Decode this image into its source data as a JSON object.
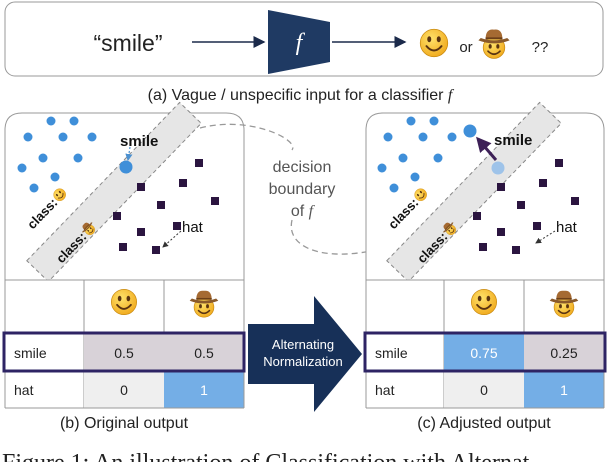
{
  "panel_a": {
    "input_text": "“smile”",
    "function_symbol": "f",
    "or_text": "or",
    "unknown_text": "??",
    "caption_prefix": "(a) Vague / unspecific input for a classifier ",
    "caption_f": "f"
  },
  "panel_b": {
    "smile_label": "smile",
    "hat_label": "hat",
    "class_label": "class:",
    "table": {
      "rows": [
        {
          "label": "smile",
          "values": [
            "0.5",
            "0.5"
          ]
        },
        {
          "label": "hat",
          "values": [
            "0",
            "1"
          ]
        }
      ]
    },
    "caption": "(b) Original output"
  },
  "middle": {
    "decision_lines": [
      "decision",
      "boundary",
      "of "
    ],
    "decision_f": "f",
    "arrow_lines": [
      "Alternating",
      "Normalization"
    ]
  },
  "panel_c": {
    "smile_label": "smile",
    "hat_label": "hat",
    "class_label": "class:",
    "table": {
      "rows": [
        {
          "label": "smile",
          "values": [
            "0.75",
            "0.25"
          ]
        },
        {
          "label": "hat",
          "values": [
            "0",
            "1"
          ]
        }
      ]
    },
    "caption": "(c) Adjusted output"
  },
  "figure_caption": "Figure 1: An illustration of Classification with Alternat",
  "icons": {
    "class_a": "smiling-face-emoji",
    "class_b": "cowboy-hat-face-emoji"
  },
  "colors": {
    "blue_point": "#3f8fd9",
    "dark_square": "#2b1540",
    "highlight_row": "#2e2464",
    "cell_blue": "#74aee6",
    "cell_grey": "#d8d2d8",
    "arrow_navy": "#173058"
  }
}
